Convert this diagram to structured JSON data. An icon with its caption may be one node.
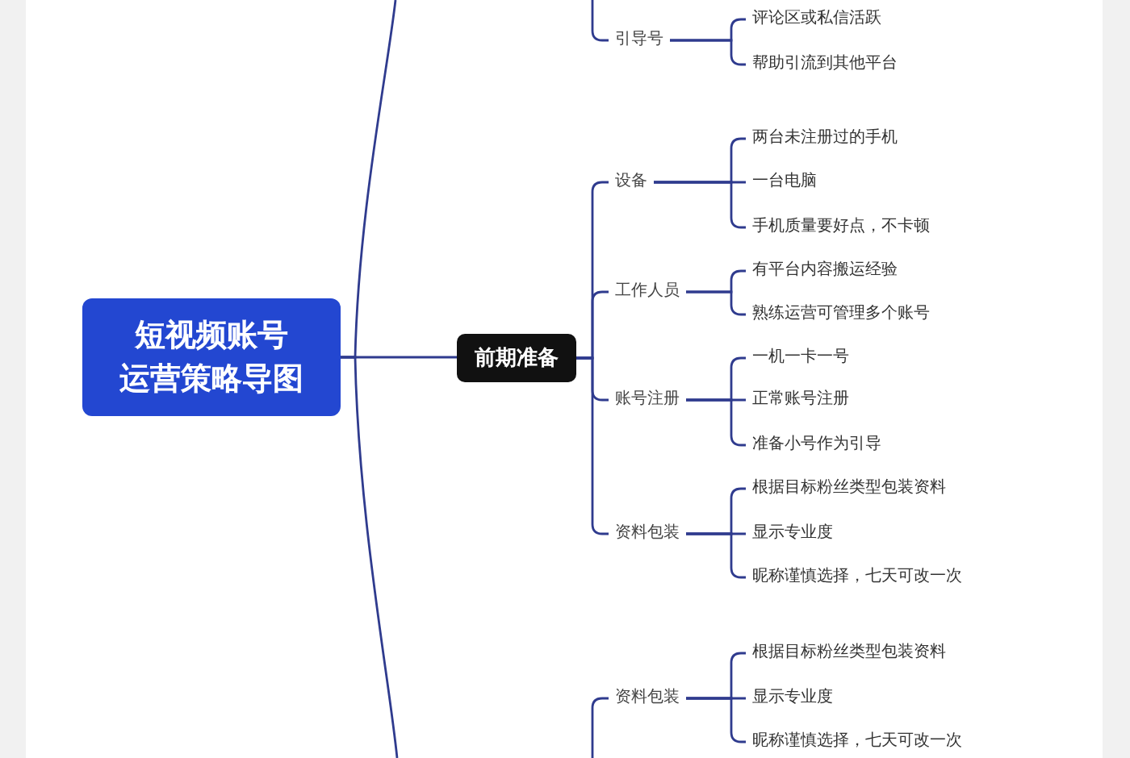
{
  "diagram": {
    "nodes": [
      {
        "text": [
          "引导号"
        ]
      },
      {
        "text": [
          "评论区或私信活跃"
        ]
      },
      {
        "text": [
          "帮助引流到其他平台"
        ]
      },
      {
        "text": [
          "短视频账号运营策略导图"
        ]
      },
      {
        "text": [
          "前期准备"
        ]
      },
      {
        "text": [
          "设备"
        ]
      },
      {
        "text": [
          "两台未注册过的手机"
        ]
      },
      {
        "text": [
          "一台电脑"
        ]
      },
      {
        "text": [
          "手机质量要好点，不卡顿"
        ]
      },
      {
        "text": [
          "工作人员"
        ]
      },
      {
        "text": [
          "有平台内容搬运经验"
        ]
      },
      {
        "text": [
          "熟练运营可管理多个账号"
        ]
      },
      {
        "text": [
          "账号注册"
        ]
      },
      {
        "text": [
          "一机一卡一号"
        ]
      },
      {
        "text": [
          "正常账号注册"
        ]
      },
      {
        "text": [
          "准备小号作为引导"
        ]
      },
      {
        "text": [
          "资料包装"
        ]
      },
      {
        "text": [
          "根据目标粉丝类型包装资料"
        ]
      },
      {
        "text": [
          "显示专业度"
        ]
      },
      {
        "text": [
          "昵称谨慎选择，七天可改一次"
        ]
      },
      {
        "text": [
          "资料包装"
        ]
      },
      {
        "text": [
          "根据目标粉丝类型包装资料"
        ]
      },
      {
        "text": [
          "显示专业度"
        ]
      },
      {
        "text": [
          "昵称谨慎选择，七天可改一次"
        ]
      }
    ],
    "edges": [
      {
        "from": null,
        "to": 0,
        "arrow": "none"
      },
      {
        "from": 0,
        "to": 1,
        "arrow": "none"
      },
      {
        "from": 0,
        "to": 2,
        "arrow": "none"
      },
      {
        "from": 3,
        "to": null,
        "arrow": "none"
      },
      {
        "from": 3,
        "to": 4,
        "arrow": "none"
      },
      {
        "from": 3,
        "to": null,
        "arrow": "none"
      },
      {
        "from": 4,
        "to": 5,
        "arrow": "none"
      },
      {
        "from": 4,
        "to": 9,
        "arrow": "none"
      },
      {
        "from": 4,
        "to": 12,
        "arrow": "none"
      },
      {
        "from": 4,
        "to": 16,
        "arrow": "none"
      },
      {
        "from": 5,
        "to": 6,
        "arrow": "none"
      },
      {
        "from": 5,
        "to": 7,
        "arrow": "none"
      },
      {
        "from": 5,
        "to": 8,
        "arrow": "none"
      },
      {
        "from": 9,
        "to": 10,
        "arrow": "none"
      },
      {
        "from": 9,
        "to": 11,
        "arrow": "none"
      },
      {
        "from": 12,
        "to": 13,
        "arrow": "none"
      },
      {
        "from": 12,
        "to": 14,
        "arrow": "none"
      },
      {
        "from": 12,
        "to": 15,
        "arrow": "none"
      },
      {
        "from": 16,
        "to": 17,
        "arrow": "none"
      },
      {
        "from": 16,
        "to": 18,
        "arrow": "none"
      },
      {
        "from": 16,
        "to": 19,
        "arrow": "none"
      },
      {
        "from": null,
        "to": 20,
        "arrow": "none"
      },
      {
        "from": 20,
        "to": 21,
        "arrow": "none"
      },
      {
        "from": 20,
        "to": 22,
        "arrow": "none"
      },
      {
        "from": 20,
        "to": 23,
        "arrow": "none"
      }
    ]
  }
}
